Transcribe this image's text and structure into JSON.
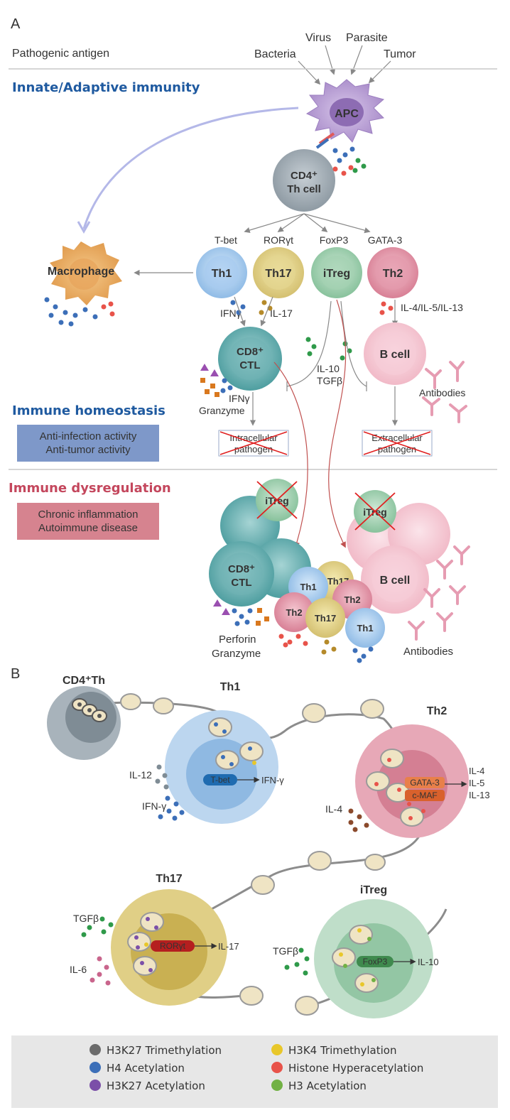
{
  "panelA": {
    "label": "A",
    "pathogenic_antigen": "Pathogenic antigen",
    "antigens": {
      "bacteria": "Bacteria",
      "virus": "Virus",
      "parasite": "Parasite",
      "tumor": "Tumor"
    },
    "innate_adaptive": "Innate/Adaptive immunity",
    "apc": "APC",
    "cd4_line1": "CD4⁺",
    "cd4_line2": "Th cell",
    "tf_tbet": "T-bet",
    "tf_rorgt": "RORγt",
    "tf_foxp3": "FoxP3",
    "tf_gata3": "GATA-3",
    "th1": "Th1",
    "th17": "Th17",
    "itreg": "iTreg",
    "th2": "Th2",
    "macrophage": "Macrophage",
    "ifng": "IFNγ",
    "il17": "IL-17",
    "il4513": "IL-4/IL-5/IL-13",
    "il10": "IL-10",
    "tgfb": "TGFβ",
    "cd8_line1": "CD8⁺",
    "cd8_line2": "CTL",
    "bcell": "B cell",
    "antibodies": "Antibodies",
    "ifng2": "IFNγ",
    "granzyme": "Granzyme",
    "intracellular": [
      "Intracellular",
      "pathogen"
    ],
    "extracellular": [
      "Extracellular",
      "pathogen"
    ],
    "homeostasis": "Immune homeostasis",
    "homeo_box": [
      "Anti-infection activity",
      "Anti-tumor activity"
    ],
    "dysregulation": "Immune dysregulation",
    "dys_box": [
      "Chronic inflammation",
      "Autoimmune disease"
    ],
    "perforin": "Perforin",
    "granzyme2": "Granzyme",
    "antibodies2": "Antibodies"
  },
  "panelB": {
    "label": "B",
    "cd4th": "CD4⁺Th",
    "th1": "Th1",
    "th2": "Th2",
    "th17": "Th17",
    "itreg": "iTreg",
    "il12": "IL-12",
    "ifng": "IFN-γ",
    "tbet": "T-bet",
    "ifng_out": "IFN-γ",
    "gata3": "GATA-3",
    "cmaf": "c-MAF",
    "il4_out": "IL-4",
    "il5_out": "IL-5",
    "il13_out": "IL-13",
    "il4_in": "IL-4",
    "tgfb1": "TGFβ",
    "il6": "IL-6",
    "rorgt": "RORγt",
    "il17_out": "IL-17",
    "tgfb2": "TGFβ",
    "foxp3": "FoxP3",
    "il10_out": "IL-10"
  },
  "legend": [
    {
      "label": "H3K27 Trimethylation",
      "color": "#6b6b6b"
    },
    {
      "label": "H3K4 Trimethylation",
      "color": "#e8c72a"
    },
    {
      "label": "H4 Acetylation",
      "color": "#3c6fb8"
    },
    {
      "label": "Histone Hyperacetylation",
      "color": "#e8534a"
    },
    {
      "label": "H3K27 Acetylation",
      "color": "#7b4fa8"
    },
    {
      "label": "H3 Acetylation",
      "color": "#71b144"
    }
  ],
  "colors": {
    "blue_heading": "#1f5aa0",
    "red_heading": "#c4475d",
    "homeo_box": "#7e98c9",
    "dys_box": "#d6838f"
  }
}
